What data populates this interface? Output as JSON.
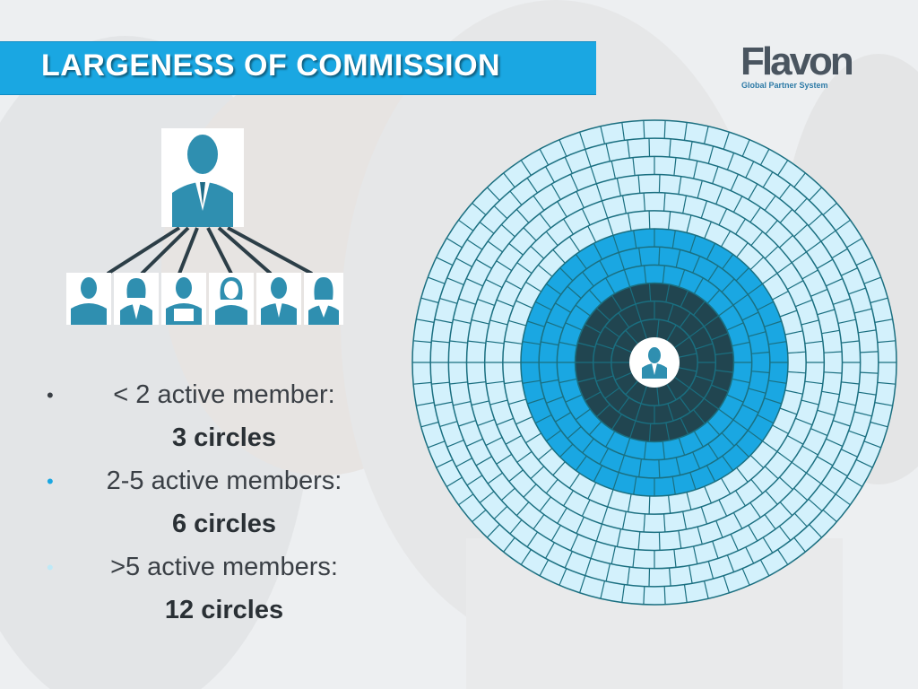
{
  "title": "LARGENESS OF COMMISSION",
  "logo": {
    "name": "Flavon",
    "tagline": "Global Partner System"
  },
  "bullets": [
    {
      "label": "< 2 active member:",
      "value": "3 circles",
      "dot_color": "#3a3f45"
    },
    {
      "label": "2-5 active members:",
      "value": "6 circles",
      "dot_color": "#1aa7e2"
    },
    {
      "label": ">5 active members:",
      "value": "12 circles",
      "dot_color": "#bfe9f7"
    }
  ],
  "colors": {
    "accent": "#1aa7e2",
    "ring_dark": "#214550",
    "ring_mid": "#1aa7e2",
    "ring_light": "#d3f1fc",
    "ring_line": "#1a6f80",
    "avatar": "#2f8fb0"
  },
  "org_chart": {
    "leader_icon": "businessman-icon",
    "member_icons": [
      "man-icon",
      "woman-icon",
      "man-icon",
      "woman-icon",
      "man-icon",
      "woman-icon"
    ]
  },
  "target": {
    "center_icon": "businessman-icon",
    "rings_total": 12,
    "rings_dark": 3,
    "rings_mid": 6
  }
}
